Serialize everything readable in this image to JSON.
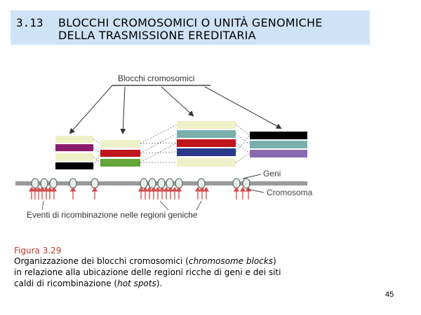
{
  "header": {
    "number": "3.13",
    "line1": "BLOCCHI CROMOSOMICI O UNITÀ GENOMICHE",
    "line2": "DELLA TRASMISSIONE EREDITARIA"
  },
  "diagram": {
    "title": "Blocchi cromosomici",
    "label_genes": "Geni",
    "label_chromosome": "Cromosoma",
    "label_events": "Eventi di ricombinazione nelle regioni geniche",
    "colors": {
      "chromosome": "#9a9a9a",
      "gene": "#e6f0e6",
      "arrow": "#d44b4b",
      "cream": "#eef0c8",
      "purple": "#8a1a6a",
      "black": "#000000",
      "red": "#c0161c",
      "green": "#64a63a",
      "teal": "#7ab0ac",
      "navy": "#2a3a8a",
      "violet": "#8a6ab0"
    }
  },
  "caption": {
    "label": "Figura 3.29",
    "line1_pre": "Organizzazione dei blocchi cromosomici (",
    "line1_em": "chromosome blocks",
    "line1_post": ")",
    "line2": "in relazione alla ubicazione delle regioni ricche di geni e dei siti",
    "line3_pre": "caldi di ricombinazione (",
    "line3_em": "hot spots",
    "line3_post": ")."
  },
  "page_number": "45"
}
